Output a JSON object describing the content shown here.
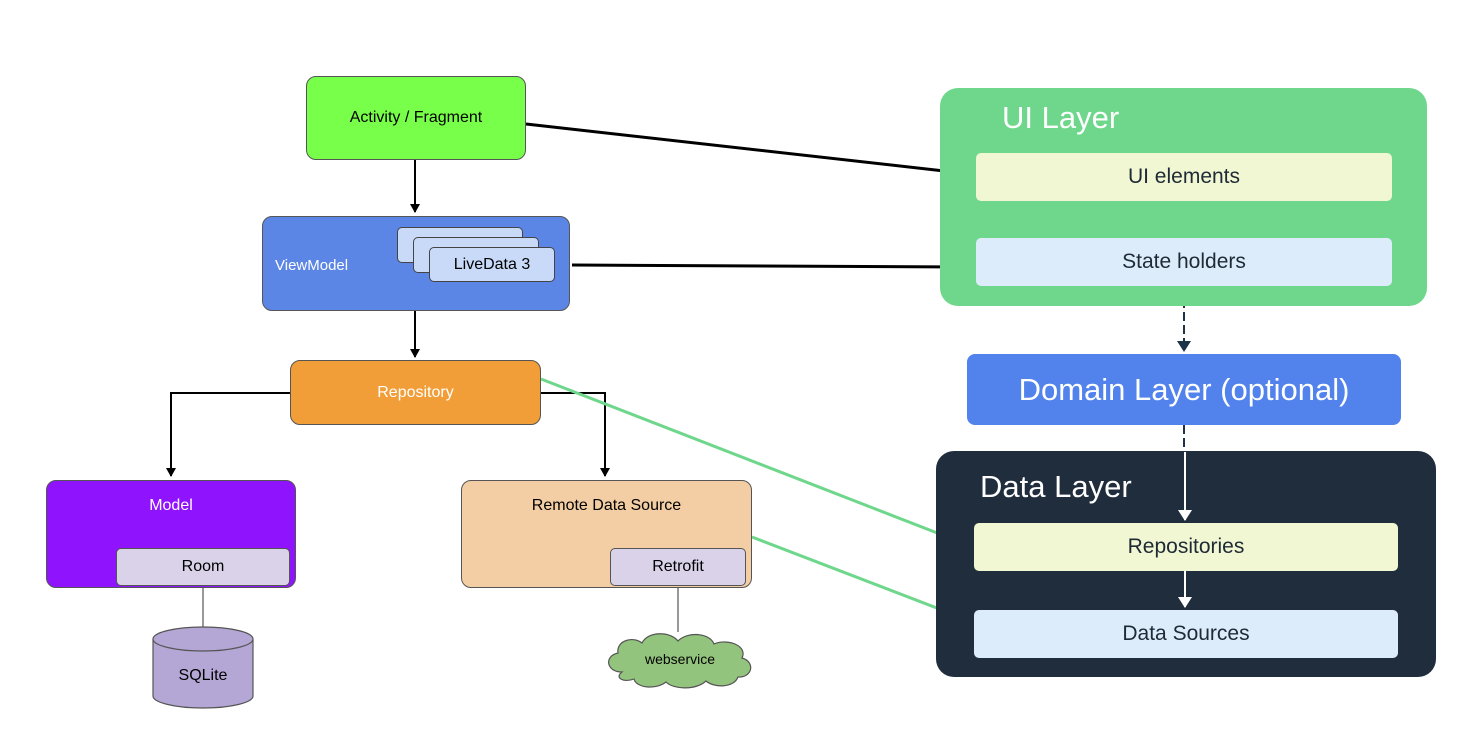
{
  "legacy": {
    "activity_fragment": "Activity / Fragment",
    "viewmodel": "ViewModel",
    "livedata": "LiveData 3",
    "repository": "Repository",
    "model": "Model",
    "room": "Room",
    "sqlite": "SQLite",
    "remote_data_source": "Remote Data Source",
    "retrofit": "Retrofit",
    "webservice": "webservice"
  },
  "modern": {
    "ui_layer": {
      "title": "UI Layer",
      "ui_elements": "UI elements",
      "state_holders": "State holders"
    },
    "domain_layer": "Domain Layer (optional)",
    "data_layer": {
      "title": "Data Layer",
      "repositories": "Repositories",
      "data_sources": "Data Sources"
    }
  },
  "colors": {
    "activity": "#77ff4a",
    "viewmodel": "#5b86e5",
    "repository": "#f19e38",
    "model": "#9013fe",
    "remote": "#f3cda3",
    "sub_box": "#d9d2e9",
    "sqlite": "#b4a7d6",
    "cloud": "#93c47d",
    "ui_layer": "#6fd78c",
    "domain_layer": "#5282eb",
    "data_layer": "#1f2d3d",
    "row_yellow": "#f1f7d2",
    "row_blue": "#dcecfa",
    "green_arrow": "#6fd78c"
  }
}
